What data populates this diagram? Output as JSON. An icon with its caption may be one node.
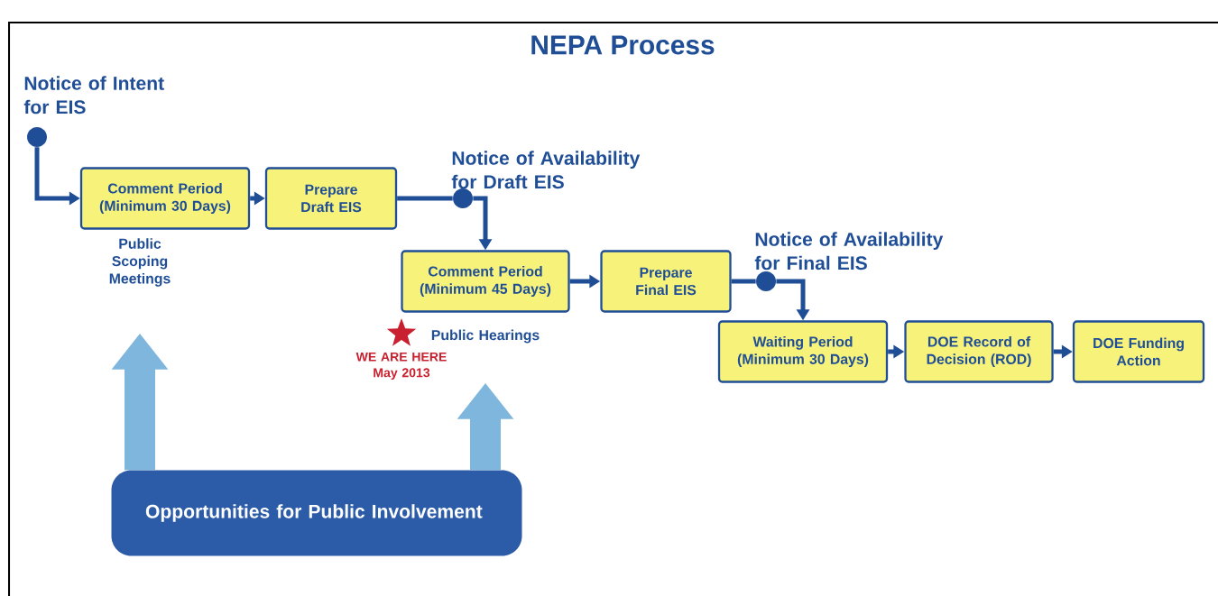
{
  "diagram": {
    "title": "NEPA Process",
    "nodes": [
      {
        "text": [
          "Notice of Intent for EIS"
        ]
      },
      {
        "text": [
          "Comment Period (Minimum 30 Days)"
        ],
        "beside": [
          "Public Scoping Meetings"
        ]
      },
      {
        "text": [
          "Prepare Draft EIS"
        ]
      },
      {
        "text": [
          "Notice of Availability for Draft EIS"
        ]
      },
      {
        "text": [
          "Comment Period (Minimum 45 Days)"
        ],
        "beside": [
          "Public Hearings"
        ]
      },
      {
        "text": [
          "Prepare Final EIS"
        ]
      },
      {
        "text": [
          "Notice of Availability for Final EIS"
        ]
      },
      {
        "text": [
          "Waiting Period (Minimum 30 Days)"
        ]
      },
      {
        "text": [
          "DOE Record of Decision (ROD)"
        ]
      },
      {
        "text": [
          "DOE Funding Action"
        ]
      },
      {
        "text": [
          "Opportunities for Public Involvement"
        ]
      }
    ],
    "edges": [
      {
        "from": 0,
        "to": 1,
        "arrow": "to"
      },
      {
        "from": 1,
        "to": 2,
        "arrow": "to"
      },
      {
        "from": 2,
        "to": 3,
        "arrow": "none"
      },
      {
        "from": 3,
        "to": 4,
        "arrow": "to"
      },
      {
        "from": 4,
        "to": 5,
        "arrow": "to"
      },
      {
        "from": 5,
        "to": 6,
        "arrow": "none"
      },
      {
        "from": 6,
        "to": 7,
        "arrow": "to"
      },
      {
        "from": 7,
        "to": 8,
        "arrow": "to"
      },
      {
        "from": 8,
        "to": 9,
        "arrow": "to"
      },
      {
        "from": 10,
        "to": 1,
        "arrow": "to",
        "style": "thick",
        "color": "#7fb6de"
      },
      {
        "from": 10,
        "to": 4,
        "arrow": "to",
        "style": "thick",
        "color": "#7fb6de"
      }
    ],
    "labels": [
      "WE ARE HERE May 2013"
    ]
  }
}
